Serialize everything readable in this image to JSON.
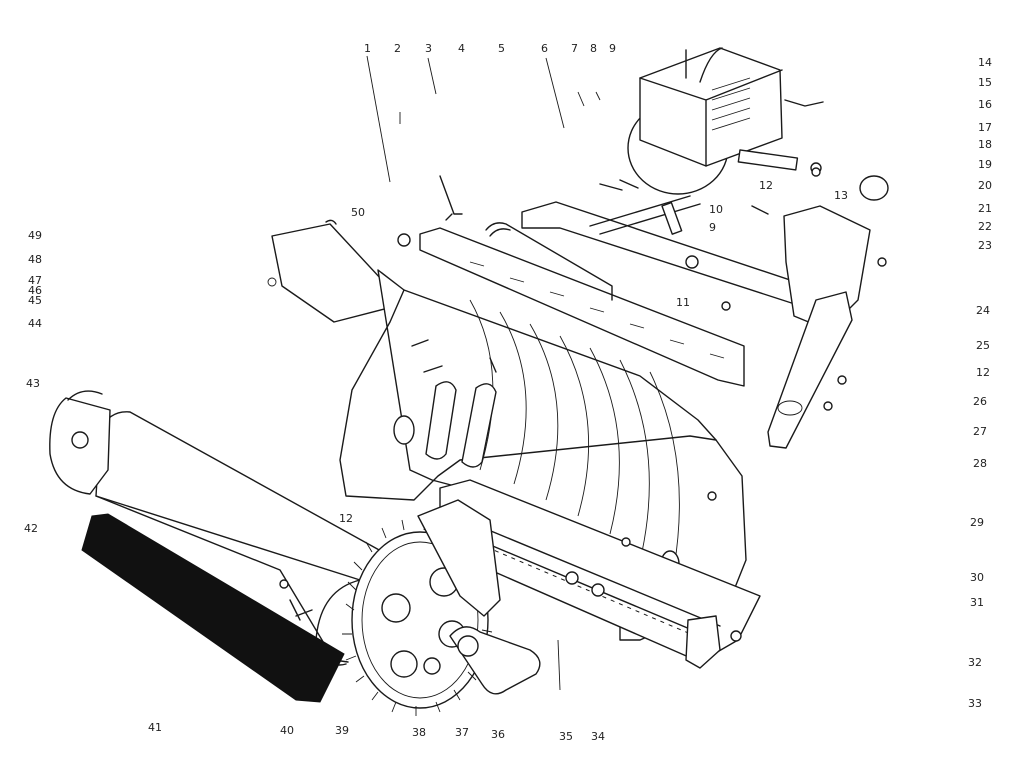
{
  "callouts": {
    "top": [
      "1",
      "2",
      "3",
      "4",
      "5",
      "6",
      "7",
      "8",
      "9"
    ],
    "right": [
      "14",
      "15",
      "16",
      "17",
      "18",
      "19",
      "20",
      "21",
      "22",
      "23",
      "24",
      "25",
      "12",
      "26",
      "27",
      "28",
      "29",
      "30",
      "31",
      "32",
      "33"
    ],
    "left": [
      "49",
      "48",
      "47",
      "46",
      "45",
      "44",
      "43",
      "42"
    ],
    "bottom": [
      "41",
      "40",
      "39",
      "38",
      "37",
      "36",
      "35",
      "34"
    ],
    "inner": [
      "50",
      "12",
      "13",
      "10",
      "9",
      "11",
      "12"
    ]
  }
}
